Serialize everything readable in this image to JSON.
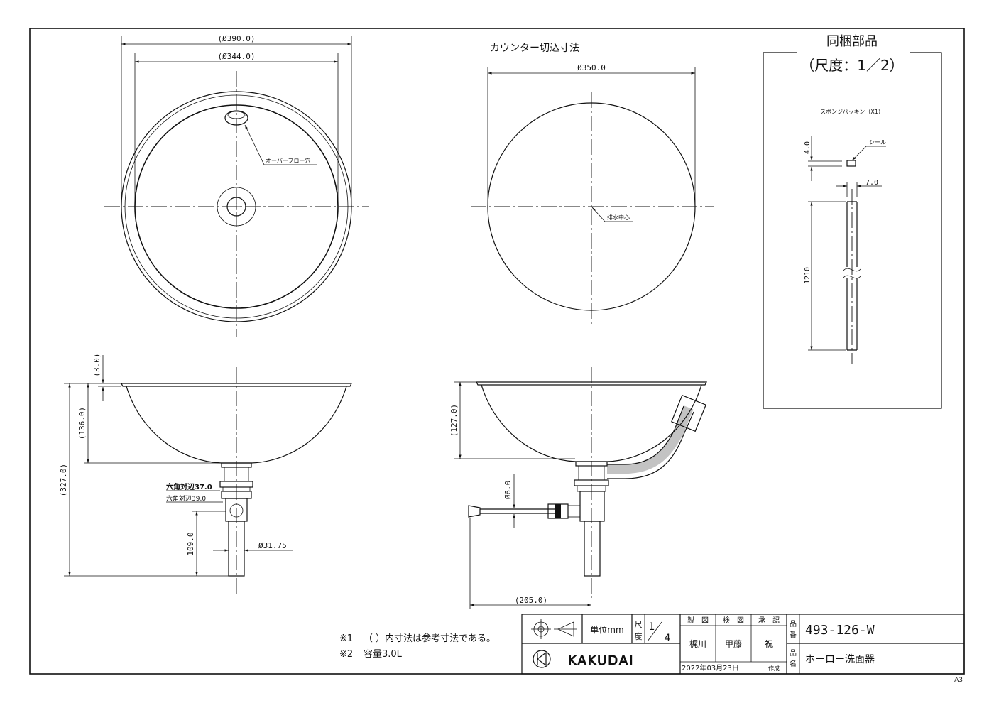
{
  "section_titles": {
    "counter_cutout": "カウンター切込寸法",
    "accessory_title": "同梱部品",
    "accessory_scale": "（尺度：1／2）"
  },
  "dimensions": {
    "outer_dia": "(Ø390.0)",
    "inner_dia": "(Ø344.0)",
    "cutout_dia": "Ø350.0",
    "rim": "(3.0)",
    "depth": "(136.0)",
    "total_height": "(327.0)",
    "hex37": "六角対辺37.0",
    "hex39": "六角対辺39.0",
    "drain_len": "109.0",
    "pipe_dia": "Ø31.75",
    "side_depth": "(127.0)",
    "rod_dia": "Ø6.0",
    "rod_len": "(205.0)",
    "sponge_t": "4.0",
    "sponge_w": "7.0",
    "sponge_len": "1210"
  },
  "callouts": {
    "overflow_hole": "オーバーフロー穴",
    "drain_center": "排水中心",
    "sponge": "スポンジパッキン（X1）",
    "seal": "シール"
  },
  "notes": {
    "n1_mark": "※1",
    "n1_text": "（ ）内寸法は参考寸法である。",
    "n2_mark": "※2",
    "n2_text": "容量3.0L"
  },
  "title_block": {
    "unit_label": "単位mm",
    "scale_label_top": "尺",
    "scale_label_bottom": "度",
    "scale_num": "1",
    "scale_den": "4",
    "drawn_label": "製　図",
    "checked_label": "検　図",
    "approved_label": "承　認",
    "drawn_by": "梶川",
    "checked_by": "甲藤",
    "approved_by": "祝",
    "date": "2022年03月23日",
    "date_suffix": "作成",
    "part_no_label_1": "品",
    "part_no_label_2": "番",
    "part_no": "493-126-W",
    "name_label_1": "品",
    "name_label_2": "名",
    "product_name": "ホーロー洗面器",
    "brand": "KAKUDAI",
    "sheet_size": "A3"
  }
}
